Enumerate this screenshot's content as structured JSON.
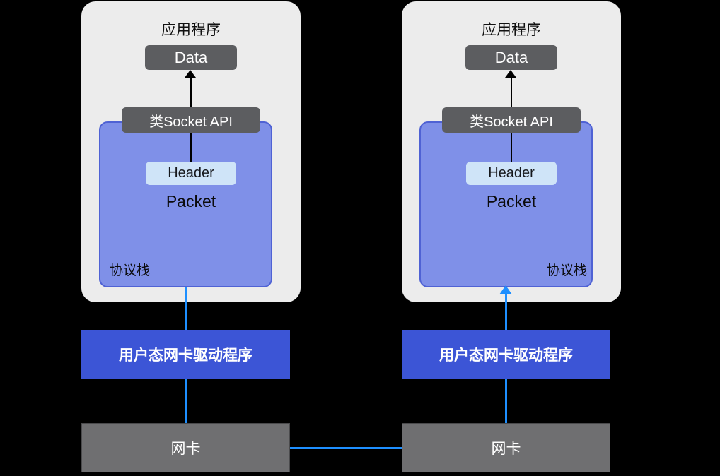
{
  "diagram": {
    "panels": [
      {
        "title": "应用程序",
        "data_box": "Data",
        "api_box": "类Socket API",
        "header_box": "Header",
        "packet_label": "Packet",
        "stack_label": "协议栈",
        "driver_box": "用户态网卡驱动程序",
        "nic_box": "网卡"
      },
      {
        "title": "应用程序",
        "data_box": "Data",
        "api_box": "类Socket API",
        "header_box": "Header",
        "packet_label": "Packet",
        "stack_label": "协议栈",
        "driver_box": "用户态网卡驱动程序",
        "nic_box": "网卡"
      }
    ],
    "colors": {
      "background": "#000000",
      "panel_bg": "#ececec",
      "dark_box_bg": "#5c5d60",
      "protocol_bg": "#7f90e8",
      "protocol_border": "#4f62d4",
      "header_bg": "#cfe4f8",
      "driver_bg": "#3c55d6",
      "nic_bg": "#6f6f71",
      "connector_blue": "#1e8fff",
      "arrow_black": "#000000"
    }
  }
}
